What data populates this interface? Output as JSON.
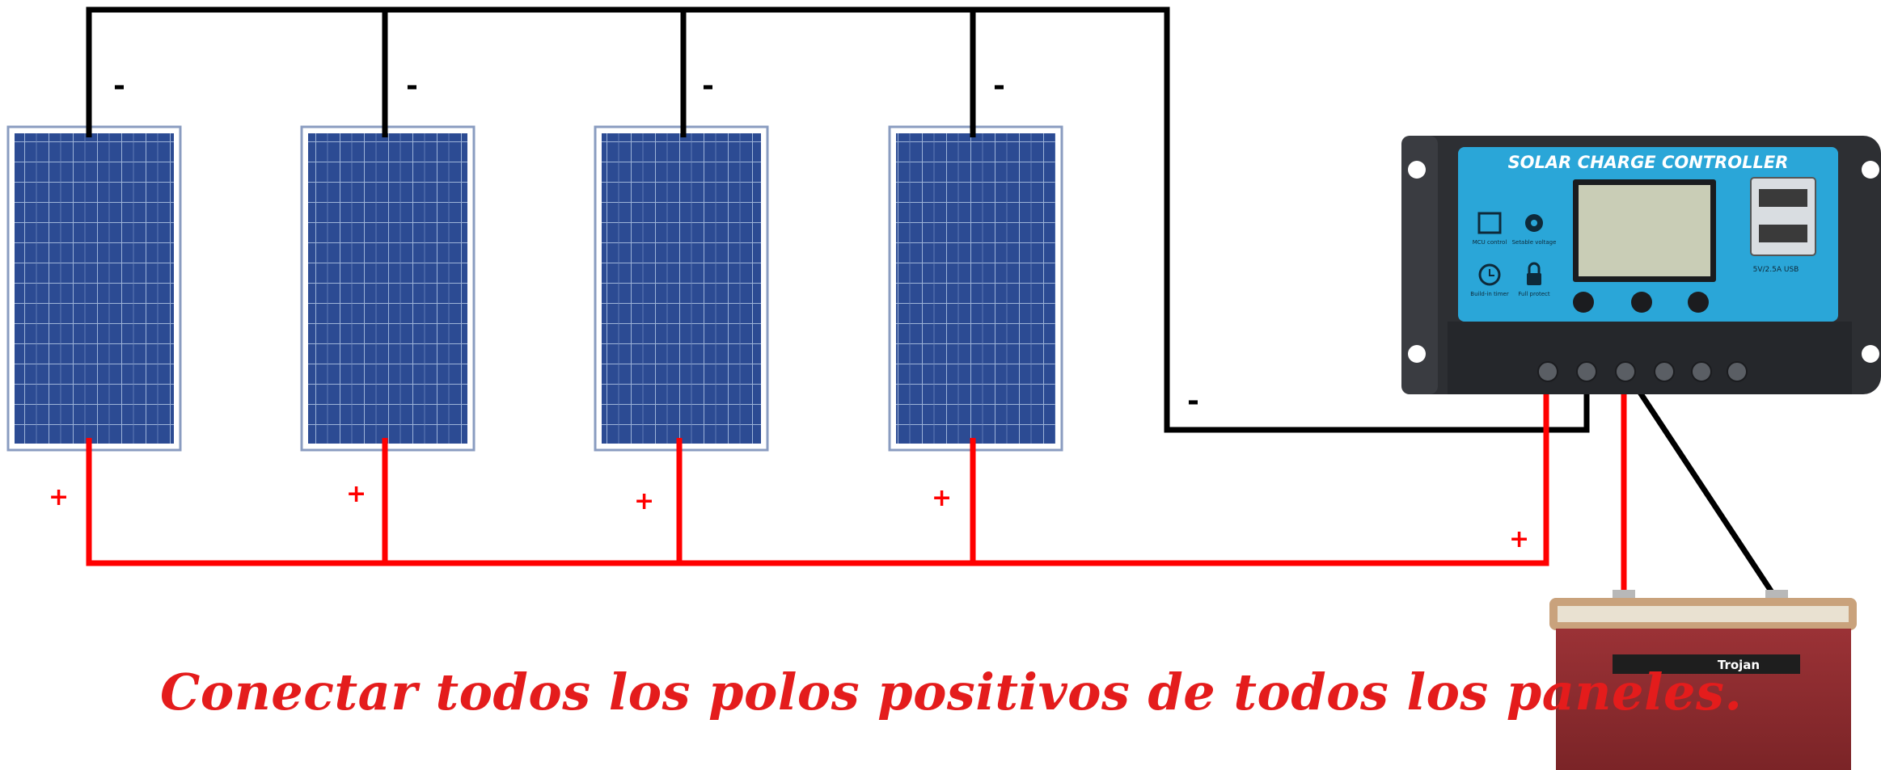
{
  "panels": [
    {
      "neg_label": "-",
      "pos_label": "+"
    },
    {
      "neg_label": "-",
      "pos_label": "+"
    },
    {
      "neg_label": "-",
      "pos_label": "+"
    },
    {
      "neg_label": "-",
      "pos_label": "+"
    }
  ],
  "controller": {
    "title": "SOLAR CHARGE CONTROLLER",
    "icons": [
      {
        "icon": "chip-icon",
        "label": "MCU control"
      },
      {
        "icon": "gear-icon",
        "label": "Setable voltage"
      },
      {
        "icon": "clock-icon",
        "label": "Build-in timer"
      },
      {
        "icon": "lock-icon",
        "label": "Full protect"
      }
    ],
    "usb_label": "5V/2.5A USB",
    "neg_label": "-",
    "pos_label": "+"
  },
  "battery": {
    "brand": "Trojan"
  },
  "colors": {
    "positive_wire": "#ff0000",
    "negative_wire": "#000000",
    "controller_face": "#2aa6d8",
    "battery": "#8c2a2e",
    "caption": "#e41c1c"
  },
  "caption": "Conectar todos los polos positivos de todos los paneles."
}
